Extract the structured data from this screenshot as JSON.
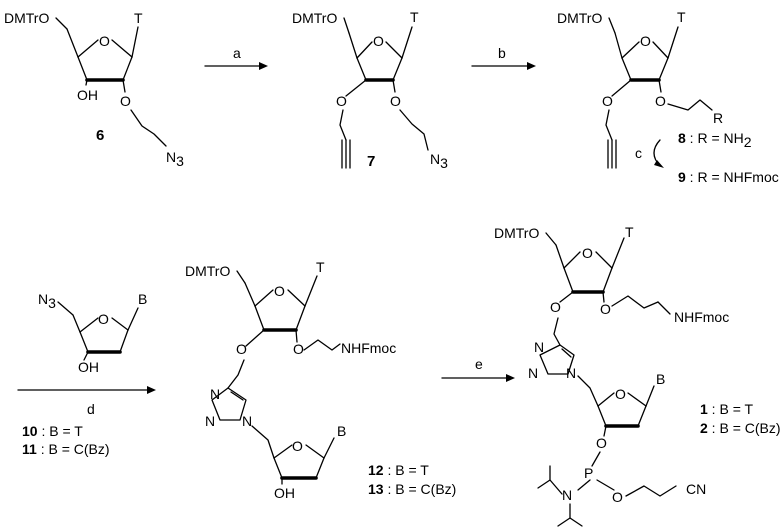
{
  "labels": {
    "dmtro": "DMTrO",
    "t": "T",
    "b": "B",
    "o": "O",
    "oh": "OH",
    "n": "N",
    "p": "P",
    "cn": "CN",
    "n3_prefix": "N",
    "n3_sub": "3",
    "nh2_prefix": "NH",
    "nh2_sub": "2",
    "nhfmoc": "NHFmoc",
    "r": "R"
  },
  "reagents": {
    "a": "a",
    "b": "b",
    "c": "c",
    "d": "d",
    "e": "e"
  },
  "compounds": {
    "c6": "6",
    "c7": "7",
    "c8": {
      "num": "8",
      "text": " : R = NH",
      "sub": "2"
    },
    "c9": {
      "num": "9",
      "text": " : R = NHFmoc"
    },
    "c10": {
      "num": "10",
      "text": " : B = T"
    },
    "c11": {
      "num": "11",
      "text": " : B = C(Bz)"
    },
    "c12": {
      "num": "12",
      "text": " : B = T"
    },
    "c13": {
      "num": "13",
      "text": " : B = C(Bz)"
    },
    "c1": {
      "num": "1",
      "text": " : B = T"
    },
    "c2": {
      "num": "2",
      "text": " : B = C(Bz)"
    }
  }
}
